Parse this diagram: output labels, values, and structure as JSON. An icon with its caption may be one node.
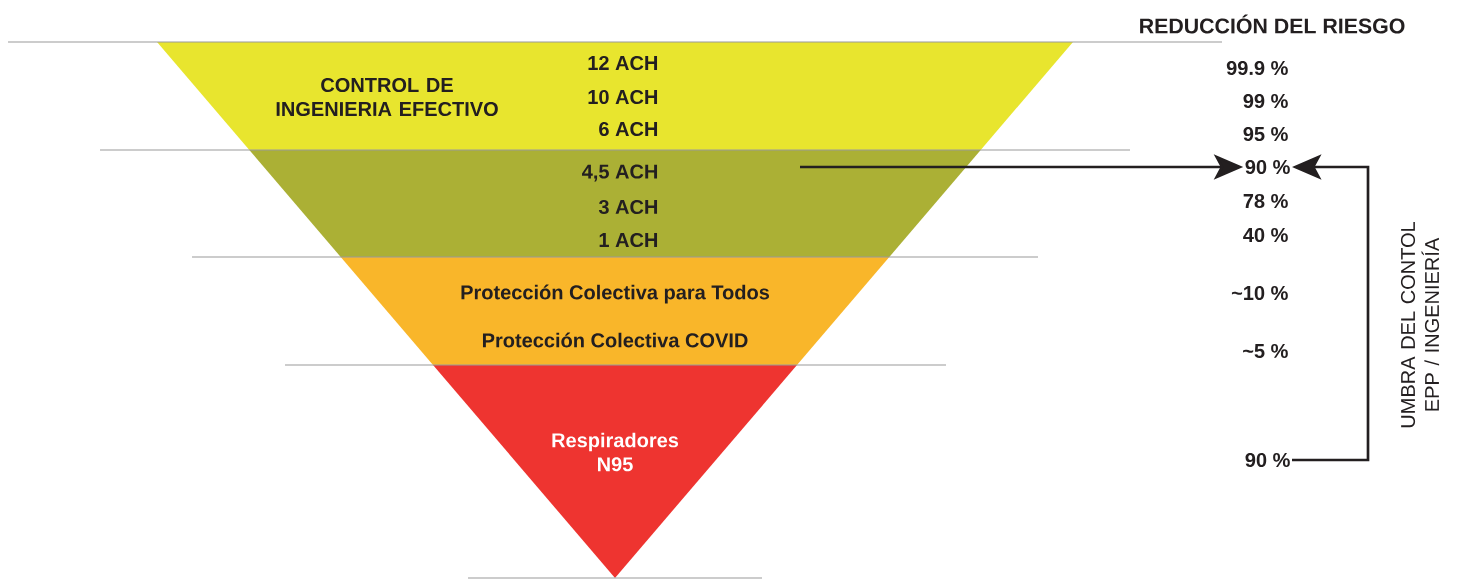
{
  "diagram": {
    "title": "REDUCCIÓN DEL RIESGO",
    "nodes": [
      {
        "text": [
          "CONTROL DE INGENIERIA EFECTIVO",
          "12 ACH",
          "10 ACH",
          "6 ACH"
        ]
      },
      {
        "text": [
          "4,5 ACH",
          "3 ACH",
          "1 ACH"
        ]
      },
      {
        "text": [
          "Protección Colectiva para Todos",
          "Protección Colectiva COVID"
        ]
      },
      {
        "text": [
          "Respiradores N95"
        ]
      },
      {
        "text": [
          "90 %"
        ]
      },
      {
        "text": [
          "90 %"
        ]
      }
    ],
    "edges": [
      {
        "from": 1,
        "to": 4,
        "arrow": "to"
      },
      {
        "from": 5,
        "to": 4,
        "arrow": "to"
      }
    ],
    "labels": [
      "99.9 %",
      "99 %",
      "95 %",
      "78 %",
      "40 %",
      "~10 %",
      "~5 %",
      "UMBRA DEL CONTOL EPP / INGENIERÍA"
    ]
  }
}
